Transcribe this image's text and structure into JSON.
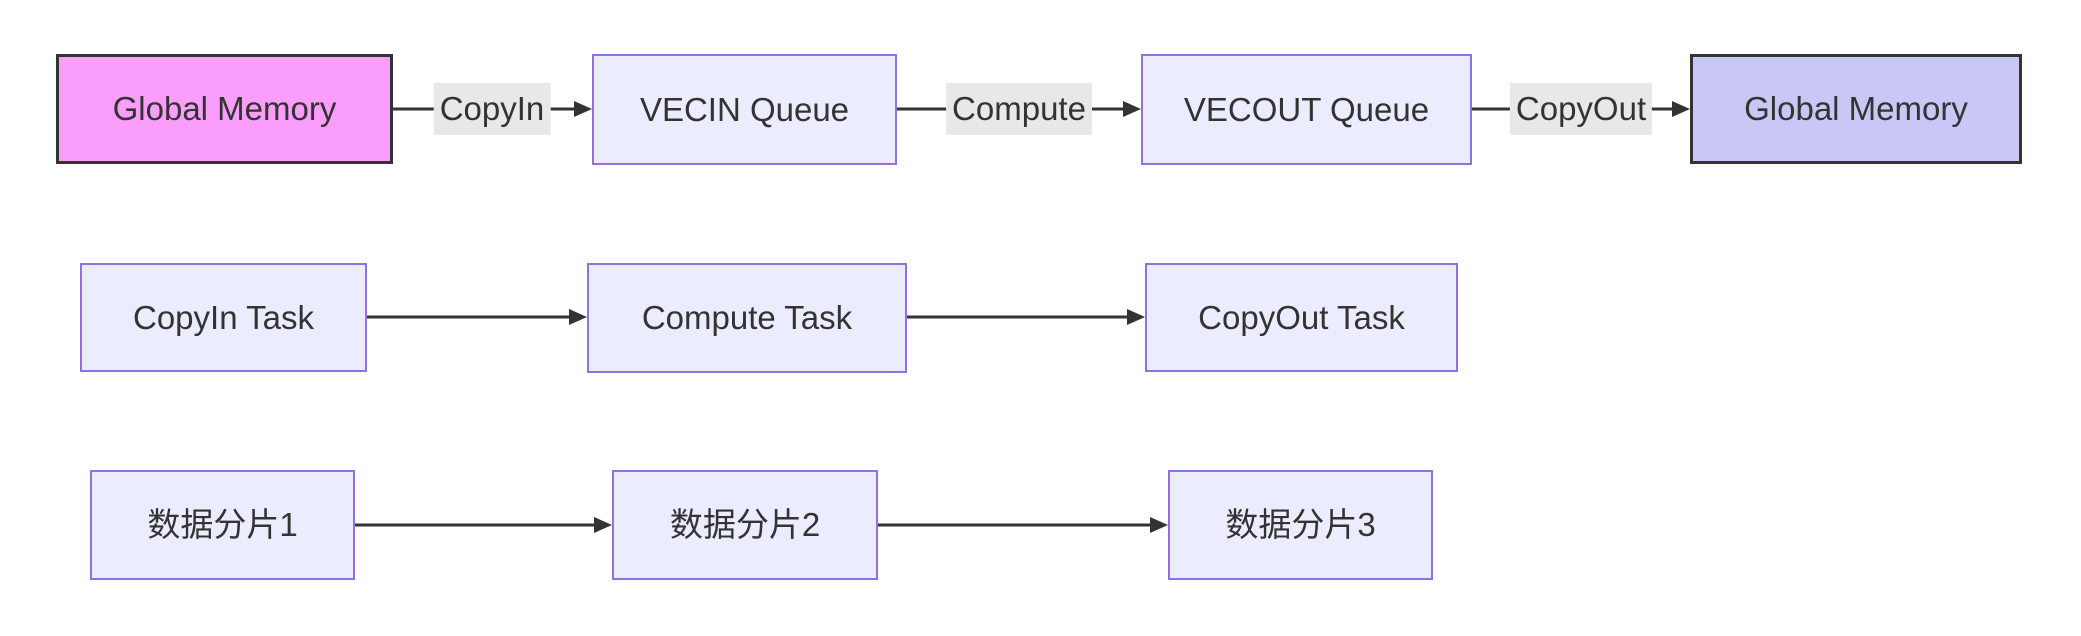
{
  "diagram": {
    "row1": {
      "global_memory_left": "Global Memory",
      "vecin_queue": "VECIN Queue",
      "vecout_queue": "VECOUT Queue",
      "global_memory_right": "Global Memory",
      "edge_labels": {
        "copyin": "CopyIn",
        "compute": "Compute",
        "copyout": "CopyOut"
      }
    },
    "row2": {
      "copyin_task": "CopyIn Task",
      "compute_task": "Compute Task",
      "copyout_task": "CopyOut Task"
    },
    "row3": {
      "slice1": "数据分片1",
      "slice2": "数据分片2",
      "slice3": "数据分片3"
    }
  },
  "colors": {
    "accent_pink": "#fb9efb",
    "accent_periwinkle": "#c9c7f5",
    "node_fill": "#ececff",
    "node_border": "#9370db",
    "dark_border": "#333333",
    "edge_label_bg": "#e8e8e8",
    "arrow": "#333333",
    "text": "#333333"
  }
}
